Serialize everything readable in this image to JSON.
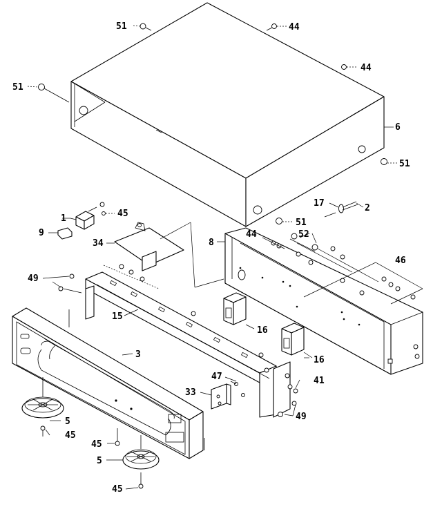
{
  "callouts": {
    "top_cover_screw_top": "51",
    "top_cover_screw_left": "51",
    "top_cover_screw_right": "51",
    "top_cover_screw_front": "51",
    "rear_screw_top": "44",
    "rear_screw_right": "44",
    "rear_panel_screw": "44",
    "top_cover": "6",
    "cord_clamp": "17",
    "power_cord": "2",
    "rear_panel": "8",
    "rear_screw_set": "52",
    "rear_panel_screws": "46",
    "switch": "1",
    "switch_screw": "45",
    "knob": "9",
    "pcb_holder": "34",
    "bracket_screw": "49",
    "front_frame": "15",
    "support_left": "16",
    "support_right": "16",
    "front_panel": "3",
    "terminal_board": "33",
    "terminal_screws": "47",
    "side_bracket": "41",
    "side_bracket_screw": "49",
    "foot_left": "5",
    "foot_left_screw": "45",
    "front_bottom_screw": "45",
    "foot_right": "5",
    "foot_right_screw": "45"
  }
}
